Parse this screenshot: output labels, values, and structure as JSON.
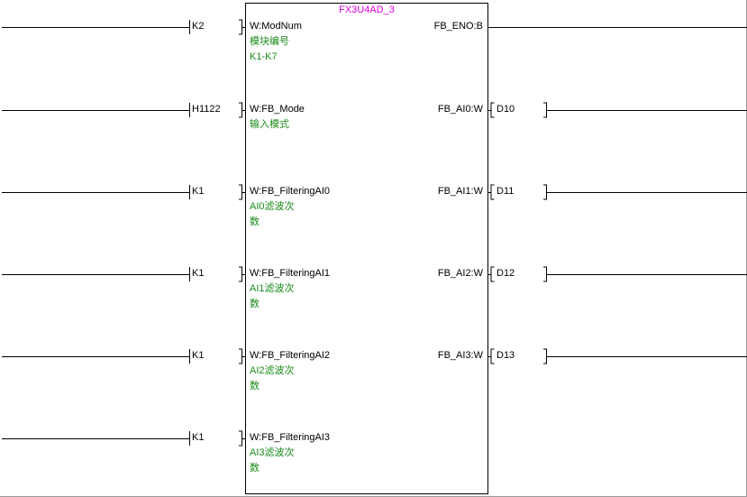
{
  "block": {
    "title": "FX3U4AD_3",
    "colors": {
      "wire": "#000000",
      "comment": "#1a8a1a",
      "title": "#e000e0"
    }
  },
  "inputs": [
    {
      "value": "K2",
      "label": "W:ModNum",
      "comment": [
        "模块编号",
        "K1-K7"
      ]
    },
    {
      "value": "H1122",
      "label": "W:FB_Mode",
      "comment": [
        "输入模式"
      ]
    },
    {
      "value": "K1",
      "label": "W:FB_FilteringAI0",
      "comment": [
        "AI0滤波次",
        "数"
      ]
    },
    {
      "value": "K1",
      "label": "W:FB_FilteringAI1",
      "comment": [
        "AI1滤波次",
        "数"
      ]
    },
    {
      "value": "K1",
      "label": "W:FB_FilteringAI2",
      "comment": [
        "AI2滤波次",
        "数"
      ]
    },
    {
      "value": "K1",
      "label": "W:FB_FilteringAI3",
      "comment": [
        "AI3滤波次",
        "数"
      ]
    }
  ],
  "outputs": [
    {
      "label": "FB_ENO:B",
      "value": ""
    },
    {
      "label": "FB_AI0:W",
      "value": "D10"
    },
    {
      "label": "FB_AI1:W",
      "value": "D11"
    },
    {
      "label": "FB_AI2:W",
      "value": "D12"
    },
    {
      "label": "FB_AI3:W",
      "value": "D13"
    }
  ]
}
